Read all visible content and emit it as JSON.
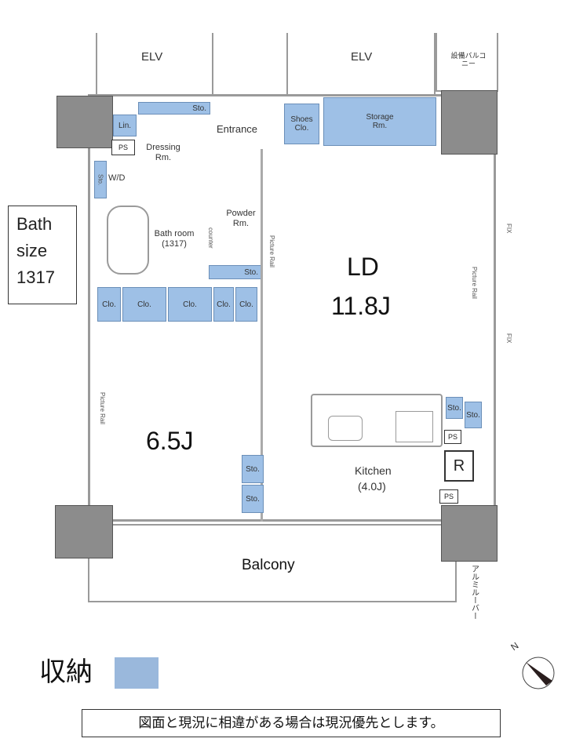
{
  "plan": {
    "elv_left": "ELV",
    "elv_right": "ELV",
    "equipment_balcony": "設備バルコニー",
    "linen": "Lin.",
    "sto_top": "Sto.",
    "entrance": "Entrance",
    "shoes_clo": "Shoes Clo.",
    "storage_rm": "Storage Rm.",
    "ps_left": "PS",
    "dressing_rm": "Dressing Rm.",
    "wd": "W/D",
    "sto_wd": "Sto.",
    "bath_room": "Bath room (1317)",
    "counter": "counter",
    "powder_rm": "Powder Rm.",
    "sto_powder": "Sto.",
    "picture_rail": "Picture Rail",
    "fix": "FIX",
    "ld_label": "LD",
    "ld_size": "11.8J",
    "closets": [
      "Clo.",
      "Clo.",
      "Clo.",
      "Clo.",
      "Clo."
    ],
    "bedroom_size": "6.5J",
    "sto_bed": [
      "Sto.",
      "Sto."
    ],
    "sto_kitchen": [
      "Sto.",
      "Sto."
    ],
    "ps_kitchen": "PS",
    "fridge": "R",
    "ps_corner": "PS",
    "kitchen": "Kitchen",
    "kitchen_size": "(4.0J)",
    "balcony": "Balcony",
    "aluminum_louver": "アルミルーバー",
    "north": "N"
  },
  "callout": {
    "line1": "Bath",
    "line2": "size",
    "line3": "1317"
  },
  "legend": {
    "label": "収納",
    "color": "#9ab8dc"
  },
  "disclaimer": "図面と現況に相違がある場合は現況優先とします。"
}
